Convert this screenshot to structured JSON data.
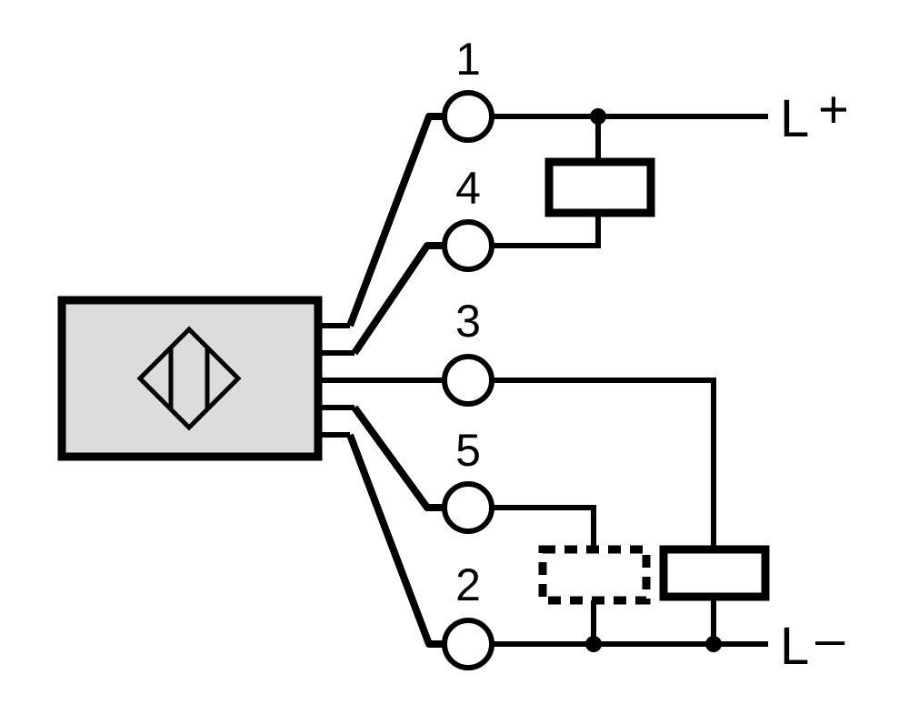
{
  "terminals": [
    {
      "id": "t1",
      "number": "1"
    },
    {
      "id": "t4",
      "number": "4"
    },
    {
      "id": "t3",
      "number": "3"
    },
    {
      "id": "t5",
      "number": "5"
    },
    {
      "id": "t2",
      "number": "2"
    }
  ],
  "supply": {
    "positive": {
      "letter": "L",
      "sign": "+"
    },
    "negative": {
      "letter": "L",
      "sign": "–"
    }
  },
  "colors": {
    "sensor_body": "#dcdcdc",
    "line": "#000000",
    "background": "#ffffff"
  },
  "components": {
    "sensor_symbol": "inductive-sensor-diamond-icon",
    "load_upper": "solid-load",
    "load_lower_optional": "dashed-load",
    "load_lower": "solid-load"
  }
}
